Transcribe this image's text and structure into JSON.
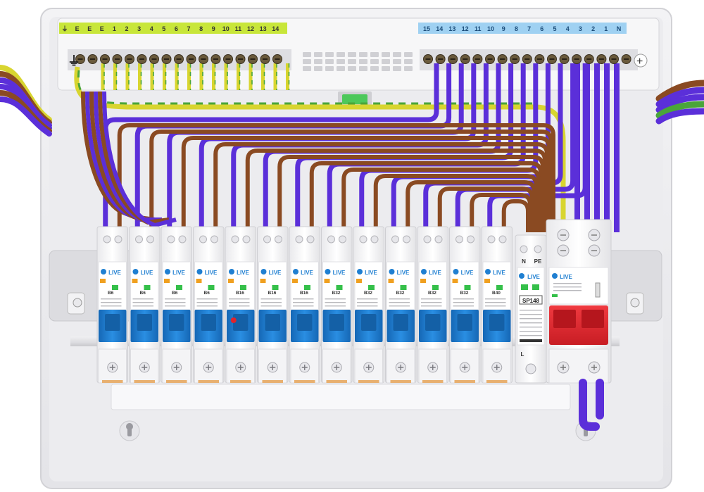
{
  "earth_bar_labels": [
    "⏚",
    "E",
    "E",
    "E",
    "1",
    "2",
    "3",
    "4",
    "5",
    "6",
    "7",
    "8",
    "9",
    "10",
    "11",
    "12",
    "13",
    "14"
  ],
  "neutral_bar_labels": [
    "15",
    "14",
    "13",
    "12",
    "11",
    "10",
    "9",
    "8",
    "7",
    "6",
    "5",
    "4",
    "3",
    "2",
    "1",
    "N"
  ],
  "brand": "LIVE",
  "breaker_rating_codes": [
    "B6",
    "B6",
    "B6",
    "B6",
    "B16",
    "B16",
    "B16",
    "B32",
    "B32",
    "B32",
    "B32",
    "B32",
    "B40"
  ],
  "spd": {
    "terminal_n": "N",
    "terminal_pe": "PE",
    "model": "SP148",
    "terminal_l": "L"
  },
  "colors": {
    "neutral_wire": "#5b2fd9",
    "live_wire": "#8a4a22",
    "earth_wire_yellow": "#d8d530",
    "earth_wire_green": "#4aa53a",
    "mcb_handle": "#1f7fd1",
    "main_switch_handle": "#e0242c",
    "earth_label_strip": "#c8e63a",
    "neutral_label_strip": "#9fd1f2"
  }
}
